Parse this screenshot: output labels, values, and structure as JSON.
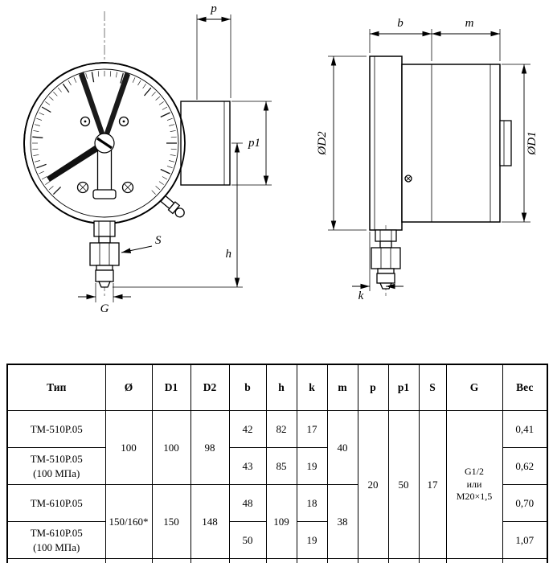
{
  "drawing": {
    "front": {
      "p": "p",
      "p1": "p1",
      "h": "h",
      "s": "S",
      "g": "G"
    },
    "side": {
      "b": "b",
      "m": "m",
      "d2": "ØD2",
      "d1": "ØD1",
      "k": "k"
    }
  },
  "table": {
    "headers": {
      "tip": "Тип",
      "o": "Ø",
      "d1": "D1",
      "d2": "D2",
      "b": "b",
      "h": "h",
      "k": "k",
      "m": "m",
      "p": "p",
      "p1": "p1",
      "s": "S",
      "g": "G",
      "ves": "Вес"
    },
    "g510": {
      "o": "100",
      "d1": "100",
      "d2": "98",
      "m": "40"
    },
    "g610": {
      "o": "150/160*",
      "d1": "150",
      "d2": "148",
      "m": "38",
      "h": "109"
    },
    "shared": {
      "p": "20",
      "p1": "50",
      "s": "17",
      "g_line1": "G1/2",
      "g_line2": "или",
      "g_line3": "M20×1,5"
    },
    "r1": {
      "tip": "ТМ-510Р.05",
      "b": "42",
      "h": "82",
      "k": "17",
      "ves": "0,41"
    },
    "r2": {
      "tip_line1": "ТМ-510Р.05",
      "tip_line2": "(100 МПа)",
      "b": "43",
      "h": "85",
      "k": "19",
      "ves": "0,62"
    },
    "r3": {
      "tip": "ТМ-610Р.05",
      "b": "48",
      "k": "18",
      "ves": "0,70"
    },
    "r4": {
      "tip_line1": "ТМ-610Р.05",
      "tip_line2": "(100 МПа)",
      "b": "50",
      "k": "19",
      "ves": "1,07"
    }
  }
}
